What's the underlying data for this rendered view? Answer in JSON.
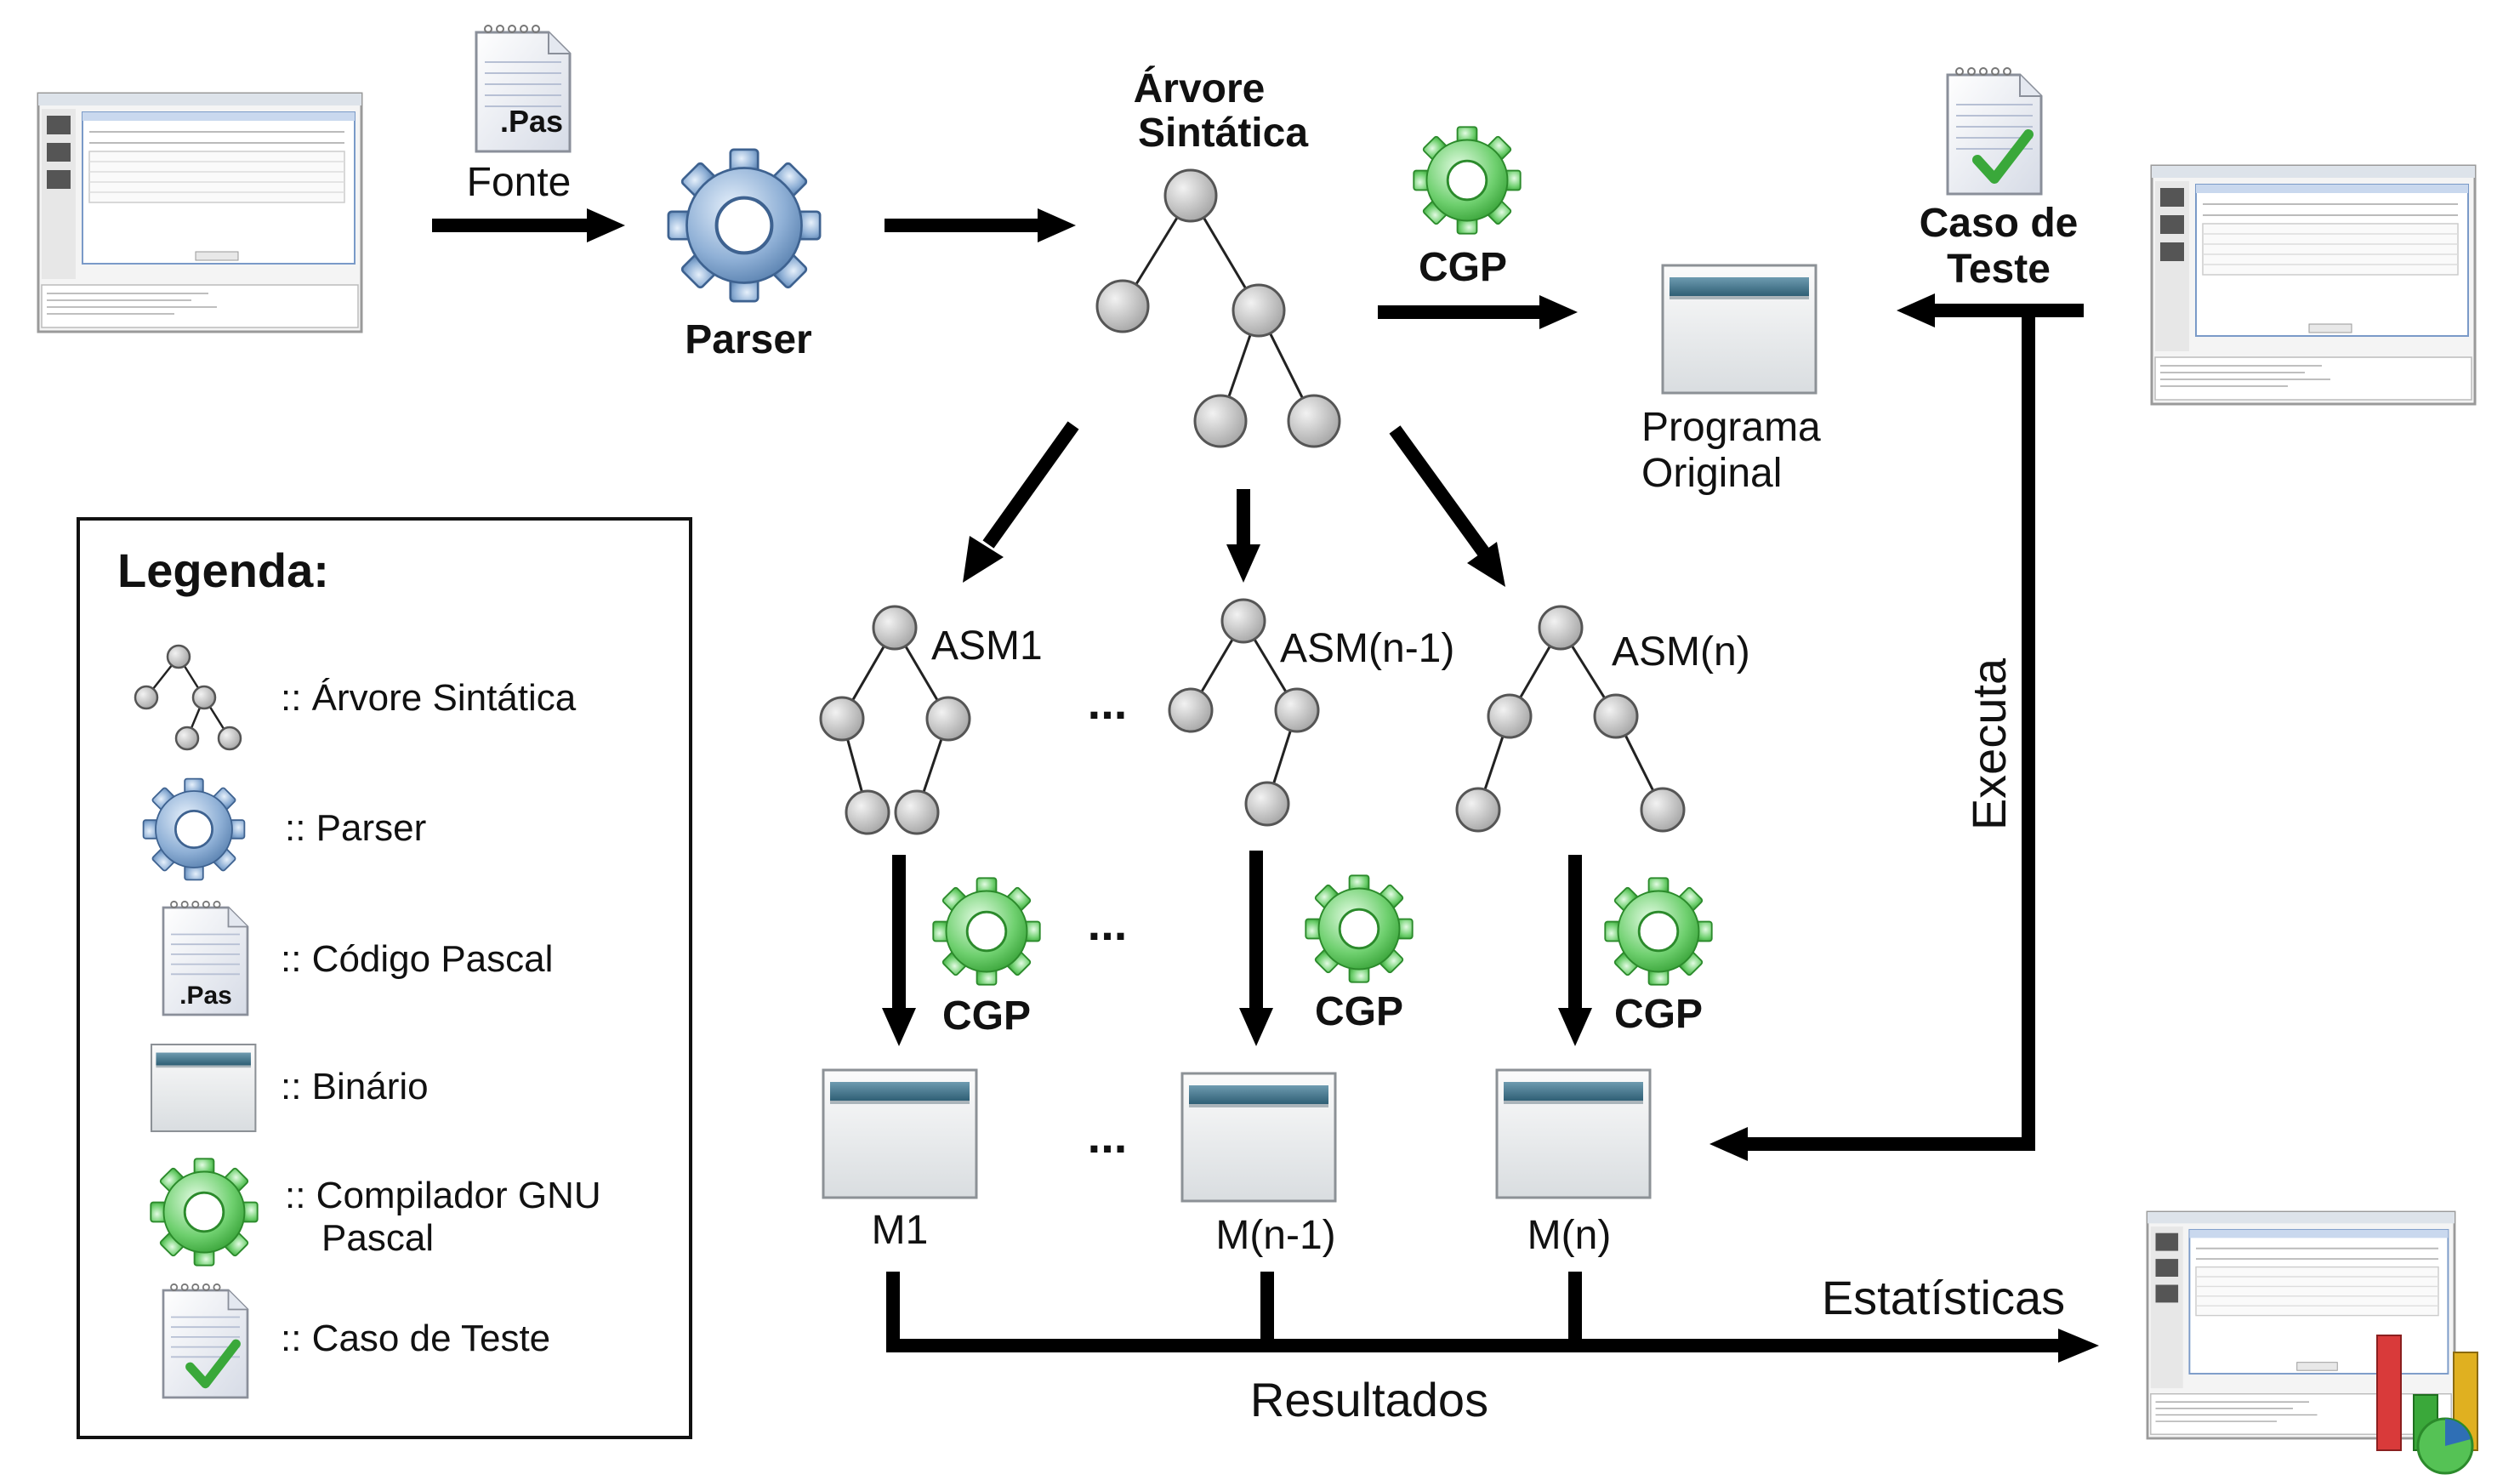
{
  "source": {
    "file_label": ".Pas",
    "label": "Fonte"
  },
  "parser": {
    "label": "Parser"
  },
  "syntax_tree": {
    "line1": "Árvore",
    "line2": "Sintática"
  },
  "cgp_top": {
    "label": "CGP"
  },
  "original_program": {
    "line1": "Programa",
    "line2": "Original"
  },
  "test_case": {
    "line1": "Caso de",
    "line2": "Teste"
  },
  "executa": "Executa",
  "mutants": {
    "asm1": "ASM1",
    "asm_n1": "ASM(n-1)",
    "asm_n": "ASM(n)",
    "cgp1": "CGP",
    "cgp2": "CGP",
    "cgp3": "CGP",
    "m1": "M1",
    "m_n1": "M(n-1)",
    "m_n": "M(n)",
    "ellipsis": "..."
  },
  "results": {
    "estatisticas": "Estatísticas",
    "resultados": "Resultados"
  },
  "legend": {
    "title": "Legenda:",
    "items": [
      {
        "icon": "tree-icon",
        "label": ":: Árvore Sintática"
      },
      {
        "icon": "gear-blue-icon",
        "label": ":: Parser"
      },
      {
        "icon": "pas-file-icon",
        "label": ":: Código Pascal"
      },
      {
        "icon": "binary-window-icon",
        "label": ":: Binário"
      },
      {
        "icon": "gear-green-icon",
        "label_line1": ":: Compilador GNU",
        "label_line2": "Pascal"
      },
      {
        "icon": "test-case-icon",
        "label": ":: Caso de Teste"
      }
    ],
    "pas_icon_label": ".Pas"
  },
  "colors": {
    "arrow": "#000000",
    "node_fill": "#c9c9c9",
    "gear_blue": "#7fa3cc",
    "gear_green": "#55c255",
    "window_bar": "#3f6f85",
    "check": "#3aa83a"
  }
}
